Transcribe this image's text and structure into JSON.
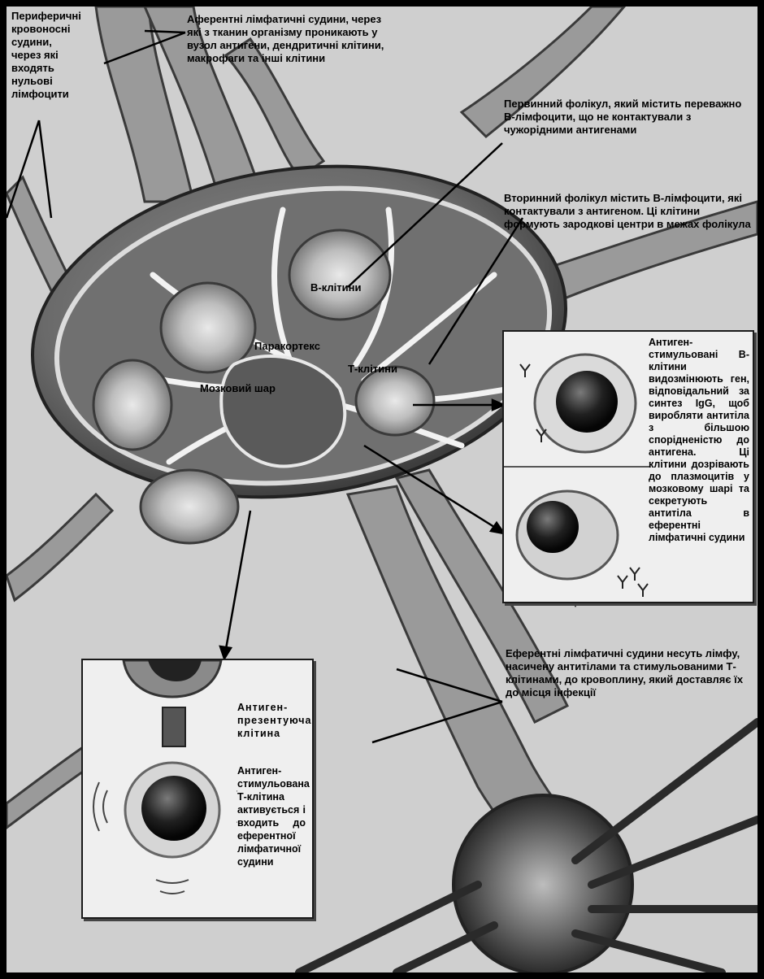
{
  "labels": {
    "peripheral": "Периферичні кровоносні судини, через які входять нульові лімфоцити",
    "afferent": "Аферентні лімфатичні судини, через які з тканин організму проникають у вузол антигени, дендритичні клітини, макрофаги та інші клітини",
    "primary_follicle": "Первинний фолікул, який містить переважно В-лімфоцити, що не контактували з чужорідними антигенами",
    "secondary_follicle": "Вторинний фолікул містить В-лімфоцити, які контактували з антигеном. Ці клітини формують зародкові центри в межах фолікула",
    "b_cells": "В-клітини",
    "paracortex": "Паракортекс",
    "t_cells": "Т-клітини",
    "medulla": "Мозковий шар",
    "b_cell_process": "Антиген-стимульовані В-клітини видозмінюють ген, відповідальний за синтез IgG, щоб виробляти антитіла з більшою спорідненістю до антигена. Ці клітини дозрівають до плазмоцитів у мозковому шарі та секретують антитіла в еферентні лімфатичні судини",
    "efferent": "Еферентні лімфатичні судини несуть лімфу, насичену антитілами та стимульованими Т-клітинами, до кровоплину, який доставляє їх до місця інфекції",
    "apc": "Антиген-презентуюча клітина",
    "t_cell_activation": "Антиген-стимульована Т-клітина активується і входить до еферентної лімфатичної судини"
  },
  "colors": {
    "background": "#cfcfcf",
    "frame": "#000000",
    "inset_background": "#efefef",
    "ink": "#000000"
  }
}
